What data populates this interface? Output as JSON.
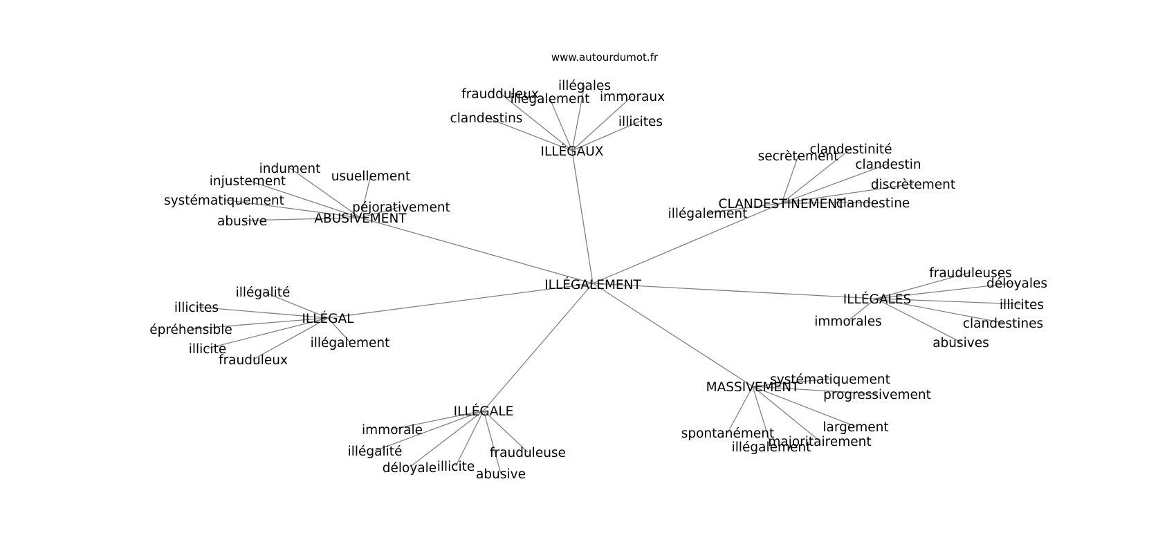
{
  "site": "www.autourdumot.fr",
  "center": "ILLÉGALEMENT",
  "clusters": [
    {
      "id": "illegaux",
      "label": "ILLÉGAUX",
      "leaves": [
        "fraudduleux",
        "illégalement",
        "illégales",
        "immoraux",
        "illicites",
        "clandestins"
      ]
    },
    {
      "id": "clandestinement",
      "label": "CLANDESTINEMENT",
      "leaves": [
        "secrètement",
        "clandestinité",
        "clandestin",
        "discrètement",
        "clandestine",
        "illégalement"
      ]
    },
    {
      "id": "abusivement",
      "label": "ABUSIVEMENT",
      "leaves": [
        "indument",
        "usuellement",
        "injustement",
        "systématiquement",
        "péjorativement",
        "abusive"
      ]
    },
    {
      "id": "illegal",
      "label": "ILLÉGAL",
      "leaves": [
        "illégalité",
        "illicites",
        "épréhensible",
        "illicite",
        "frauduleux",
        "illégalement"
      ]
    },
    {
      "id": "illegales",
      "label": "ILLÉGALES",
      "leaves": [
        "frauduleuses",
        "déloyales",
        "illicites",
        "clandestines",
        "abusives",
        "immorales"
      ]
    },
    {
      "id": "massivement",
      "label": "MASSIVEMENT",
      "leaves": [
        "systématiquement",
        "progressivement",
        "largement",
        "majoritairement",
        "illégalement",
        "spontanément"
      ]
    },
    {
      "id": "illegale",
      "label": "ILLÉGALE",
      "leaves": [
        "immorale",
        "illégalité",
        "déloyale",
        "illicite",
        "abusive",
        "frauduleuse"
      ]
    }
  ]
}
